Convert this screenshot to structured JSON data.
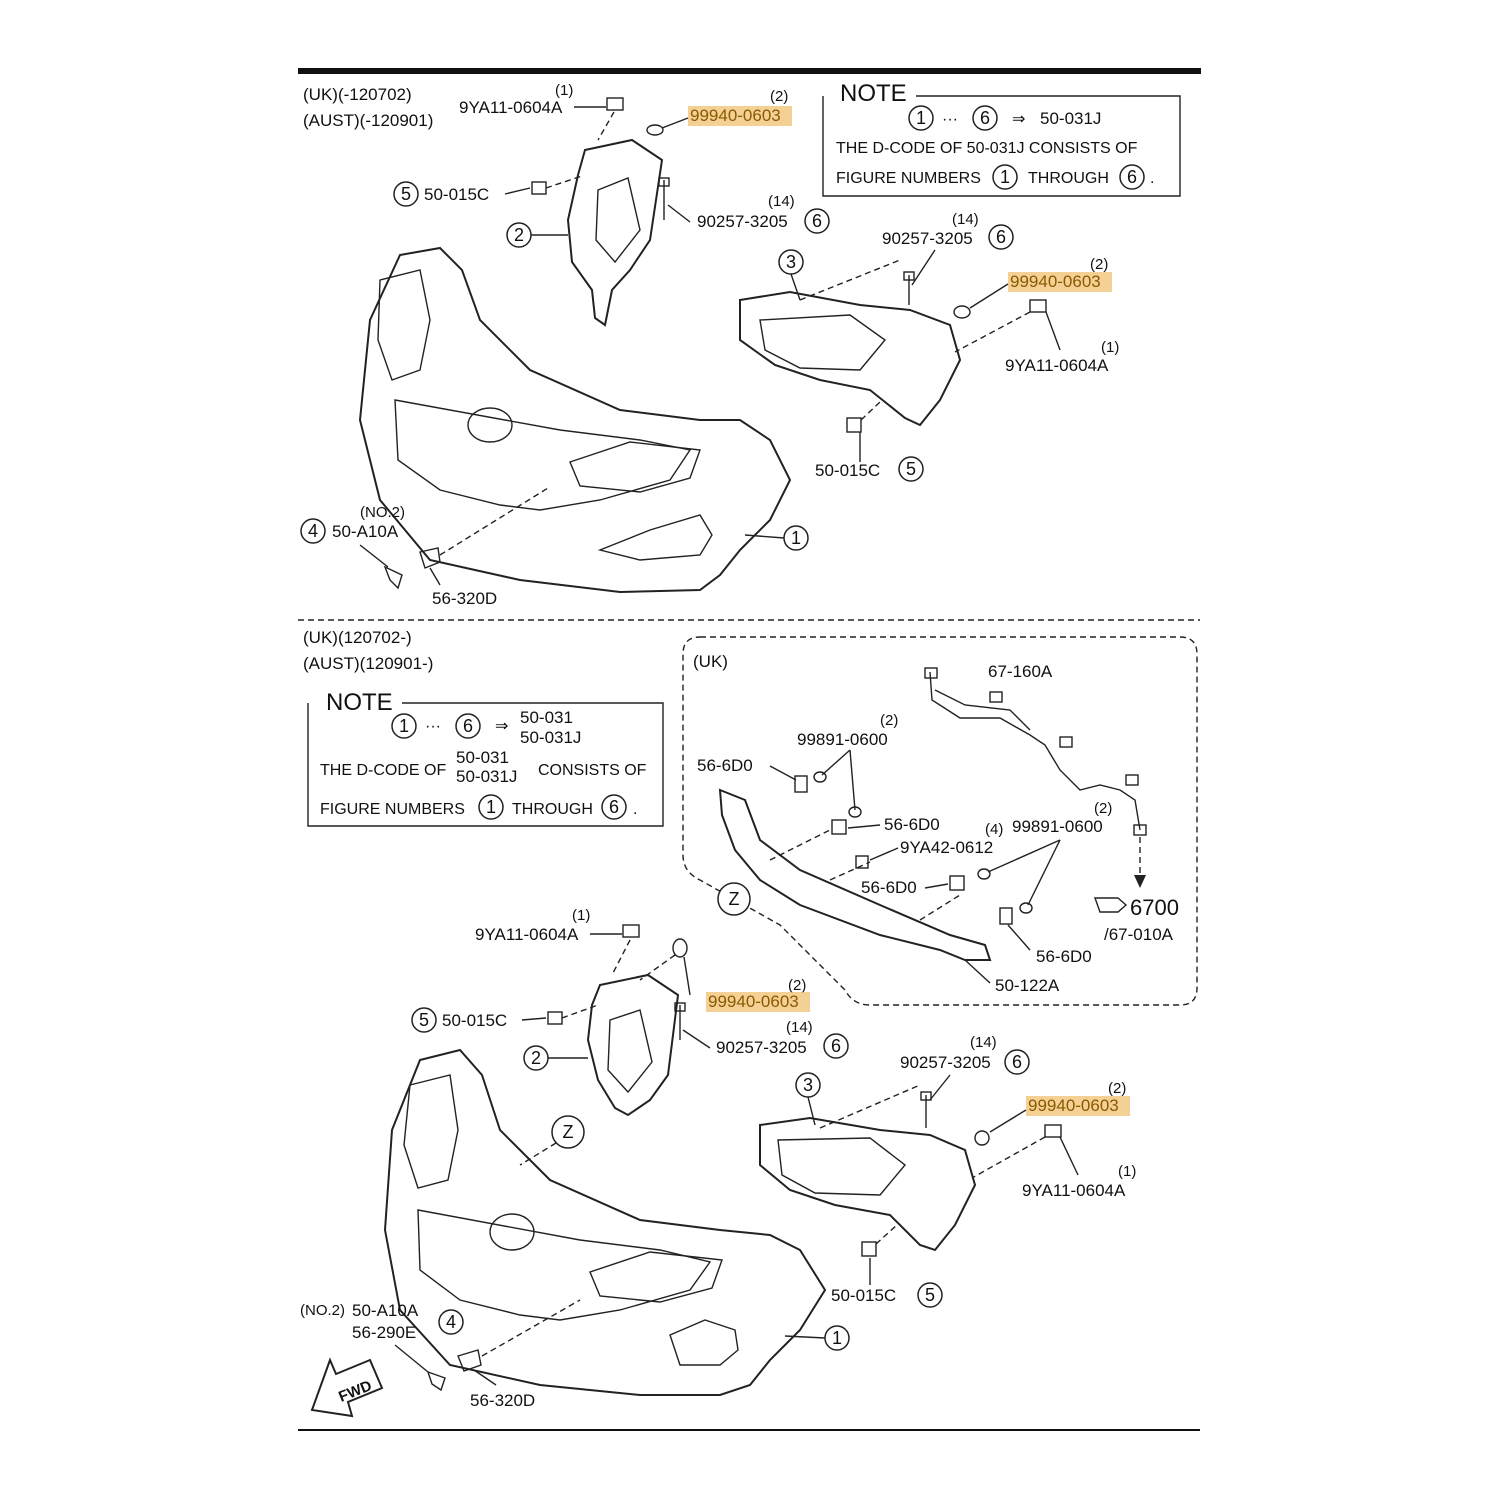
{
  "top": {
    "region_uk": "(UK)(-120702)",
    "region_aust": "(AUST)(-120901)",
    "note": {
      "title": "NOTE",
      "line1_from": "1",
      "line1_dots": "···",
      "line1_to": "6",
      "line1_arrow": "⇒",
      "line1_code": "50-031J",
      "line2": "THE D-CODE OF 50-031J CONSISTS OF",
      "line3_a": "FIGURE NUMBERS",
      "line3_from": "1",
      "line3_b": "THROUGH",
      "line3_to": "6",
      "line3_end": "."
    },
    "labels": {
      "bolt_left": "9YA11-0604A",
      "bolt_left_qty": "(1)",
      "washer_left": "99940-0603",
      "washer_left_qty": "(2)",
      "screw_left": "50-015C",
      "screw_left_num": "5",
      "bracket_left_num": "2",
      "clip_left": "90257-3205",
      "clip_left_qty": "(14)",
      "clip_left_num": "6",
      "clip_right": "90257-3205",
      "clip_right_qty": "(14)",
      "clip_right_num": "6",
      "bracket_right_num": "3",
      "washer_right": "99940-0603",
      "washer_right_qty": "(2)",
      "bolt_right": "9YA11-0604A",
      "bolt_right_qty": "(1)",
      "screw_right": "50-015C",
      "screw_right_num": "5",
      "bumper_num": "1",
      "cap_code": "50-A10A",
      "cap_qty": "(NO.2)",
      "cap_num": "4",
      "hook": "56-320D"
    }
  },
  "bottom": {
    "region_uk": "(UK)(120702-)",
    "region_aust": "(AUST)(120901-)",
    "note": {
      "title": "NOTE",
      "line1_from": "1",
      "line1_dots": "···",
      "line1_to": "6",
      "line1_arrow": "⇒",
      "line1_code_a": "50-031",
      "line1_code_b": "50-031J",
      "line2_a": "THE D-CODE OF",
      "line2_code_a": "50-031",
      "line2_code_b": "50-031J",
      "line2_b": "CONSISTS OF",
      "line3_a": "FIGURE NUMBERS",
      "line3_from": "1",
      "line3_b": "THROUGH",
      "line3_to": "6",
      "line3_end": "."
    },
    "inset": {
      "title": "(UK)",
      "harness": "67-160A",
      "washer_top": "99891-0600",
      "washer_top_qty": "(2)",
      "bracket_a": "56-6D0",
      "bracket_b": "56-6D0",
      "bolt": "9YA42-0612",
      "bolt_qty": "(4)",
      "washer_mid": "99891-0600",
      "washer_mid_qty": "(2)",
      "bracket_c": "56-6D0",
      "bracket_d": "56-6D0",
      "ref_main": "6700",
      "ref_sub": "/67-010A",
      "rail": "50-122A",
      "z": "Z"
    },
    "labels": {
      "bolt_left": "9YA11-0604A",
      "bolt_left_qty": "(1)",
      "washer_left": "99940-0603",
      "washer_left_qty": "(2)",
      "screw_left": "50-015C",
      "screw_left_num": "5",
      "bracket_left_num": "2",
      "clip_left": "90257-3205",
      "clip_left_qty": "(14)",
      "clip_left_num": "6",
      "clip_right": "90257-3205",
      "clip_right_qty": "(14)",
      "clip_right_num": "6",
      "bracket_right_num": "3",
      "washer_right": "99940-0603",
      "washer_right_qty": "(2)",
      "bolt_right": "9YA11-0604A",
      "bolt_right_qty": "(1)",
      "screw_right": "50-015C",
      "screw_right_num": "5",
      "bumper_num": "1",
      "z": "Z",
      "cap_qty": "(NO.2)",
      "cap_code": "50-A10A",
      "cap_code2": "56-290E",
      "cap_num": "4",
      "hook": "56-320D",
      "fwd": "FWD"
    }
  },
  "colors": {
    "highlight": "#f0c070",
    "line": "#222222"
  }
}
